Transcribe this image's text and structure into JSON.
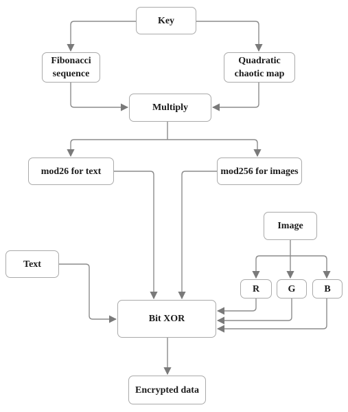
{
  "diagram": {
    "nodes": {
      "key": "Key",
      "fibonacci": "Fibonacci\nsequence",
      "quadratic": "Quadratic\nchaotic map",
      "multiply": "Multiply",
      "mod26": "mod26 for text",
      "mod256": "mod256 for images",
      "image": "Image",
      "text": "Text",
      "r": "R",
      "g": "G",
      "b": "B",
      "bitxor": "Bit XOR",
      "encrypted": "Encrypted data"
    },
    "edges": [
      {
        "from": "key",
        "to": "fibonacci"
      },
      {
        "from": "key",
        "to": "quadratic"
      },
      {
        "from": "fibonacci",
        "to": "multiply"
      },
      {
        "from": "quadratic",
        "to": "multiply"
      },
      {
        "from": "multiply",
        "to": "mod26"
      },
      {
        "from": "multiply",
        "to": "mod256"
      },
      {
        "from": "mod26",
        "to": "bitxor"
      },
      {
        "from": "mod256",
        "to": "bitxor"
      },
      {
        "from": "text",
        "to": "bitxor"
      },
      {
        "from": "image",
        "to": "r"
      },
      {
        "from": "image",
        "to": "g"
      },
      {
        "from": "image",
        "to": "b"
      },
      {
        "from": "r",
        "to": "bitxor"
      },
      {
        "from": "g",
        "to": "bitxor"
      },
      {
        "from": "b",
        "to": "bitxor"
      },
      {
        "from": "bitxor",
        "to": "encrypted"
      }
    ],
    "colors": {
      "box_border": "#a9a9a9",
      "connector": "#8c8c8c",
      "text": "#1a1a1a"
    }
  }
}
